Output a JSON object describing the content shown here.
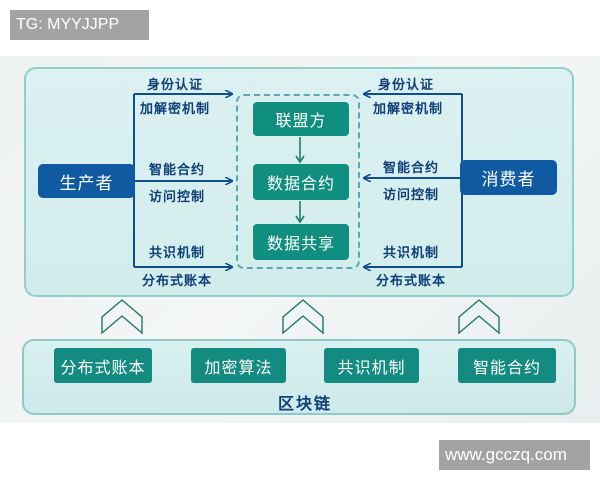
{
  "watermarks": {
    "top_left": "TG: MYYJJPP",
    "bottom_right": "www.gcczq.com"
  },
  "diagram": {
    "producer": "生产者",
    "consumer": "消费者",
    "alliance_flow": [
      "联盟方",
      "数据合约",
      "数据共享"
    ],
    "left_links": {
      "top": [
        "身份认证",
        "加解密机制"
      ],
      "middle": [
        "智能合约",
        "访问控制"
      ],
      "bottom": [
        "共识机制",
        "分布式账本"
      ]
    },
    "right_links": {
      "top": [
        "身份认证",
        "加解密机制"
      ],
      "middle": [
        "智能合约",
        "访问控制"
      ],
      "bottom": [
        "共识机制",
        "分布式账本"
      ]
    },
    "blockchain_layer": {
      "title": "区块链",
      "components": [
        "分布式账本",
        "加密算法",
        "共识机制",
        "智能合约"
      ]
    },
    "colors": {
      "actor": "#0f5aa0",
      "flow_box": "#108f81",
      "label_text": "#0e3f78",
      "panel_bg": "#d6eeee",
      "panel_border": "#8fcfcc"
    }
  }
}
